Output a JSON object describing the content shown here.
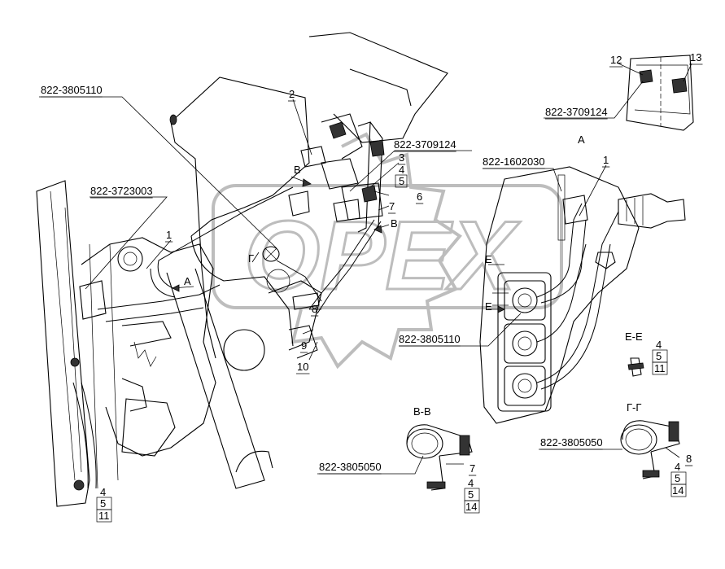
{
  "part_numbers": {
    "hose_top": "822-3805110",
    "hose_mid": "822-3805110",
    "bracket_top": "822-3709124",
    "bracket_inset": "822-3709124",
    "clip_left": "822-3723003",
    "pipe_view_a": "822-1602030",
    "clamp_vv": "822-3805050",
    "clamp_gg": "822-3805050"
  },
  "position_numbers": {
    "p1_left": "1",
    "p1_view_a": "1",
    "p2": "2",
    "p3": "3",
    "p6": "6",
    "p7": "7",
    "p7_vv": "7",
    "p8": "8",
    "p8_gg": "8",
    "p9": "9",
    "p10": "10",
    "p12": "12",
    "p13": "13"
  },
  "fastener_stacks": {
    "top": [
      "4",
      "5"
    ],
    "left": [
      "4",
      "5",
      "11"
    ],
    "ee": [
      "4",
      "5",
      "11"
    ],
    "vv": [
      "4",
      "5",
      "14"
    ],
    "gg": [
      "4",
      "5",
      "14"
    ]
  },
  "views": {
    "view_a": "А",
    "arrow_a": "А",
    "section_vv": "В-В",
    "arrow_v_top": "В",
    "arrow_v_right": "В",
    "section_ee": "Е-Е",
    "arrow_e_top": "Е",
    "arrow_e_bottom": "Е",
    "section_gg": "Г-Г",
    "arrow_g": "Г"
  },
  "watermark": "OPEX"
}
